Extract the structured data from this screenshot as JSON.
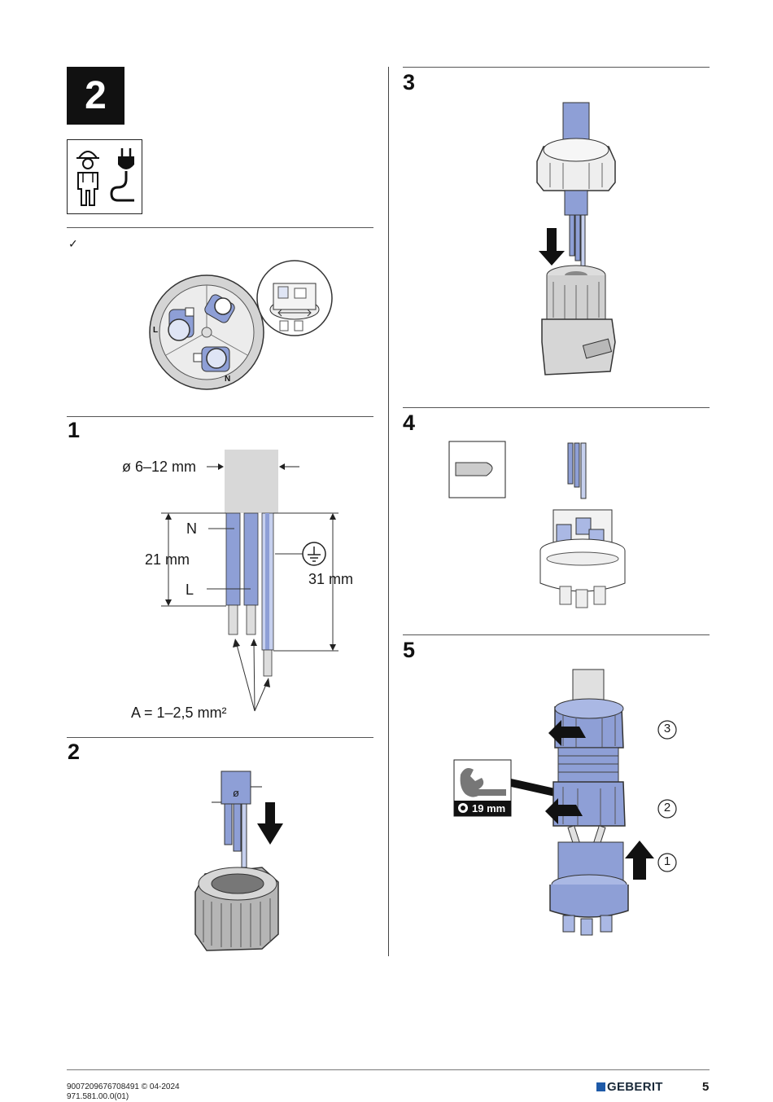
{
  "header": {
    "section_number": "2",
    "check_mark": "✓"
  },
  "steps": {
    "s1": {
      "number": "1",
      "diameter_label": "ø 6–12 mm",
      "n_label": "N",
      "l_label": "L",
      "strip_short": "21 mm",
      "strip_long": "31 mm",
      "area_label": "A = 1–2,5 mm²"
    },
    "s2": {
      "number": "2",
      "tool_label": "ø"
    },
    "s3": {
      "number": "3"
    },
    "s4": {
      "number": "4"
    },
    "s5": {
      "number": "5",
      "wrench_size": "19 mm",
      "circled_1": "1",
      "circled_2": "2",
      "circled_3": "3"
    }
  },
  "terminal_labels": {
    "live": "L",
    "neutral": "N"
  },
  "footer": {
    "doc_id": "9007209676708491 © 04-2024",
    "doc_no": "971.581.00.0(01)",
    "brand": "GEBERIT",
    "page": "5"
  },
  "icons": [
    "installer-icon",
    "power-plug-icon",
    "earth-symbol-icon",
    "wrench-icon",
    "arrow-down-icon",
    "rotate-arrow-icon",
    "arrow-up-icon"
  ],
  "colors": {
    "wire_blue": "#8e9fd6",
    "sheath_gray": "#d8d8d8",
    "nut_gray": "#b0b0b0",
    "black": "#111111"
  }
}
